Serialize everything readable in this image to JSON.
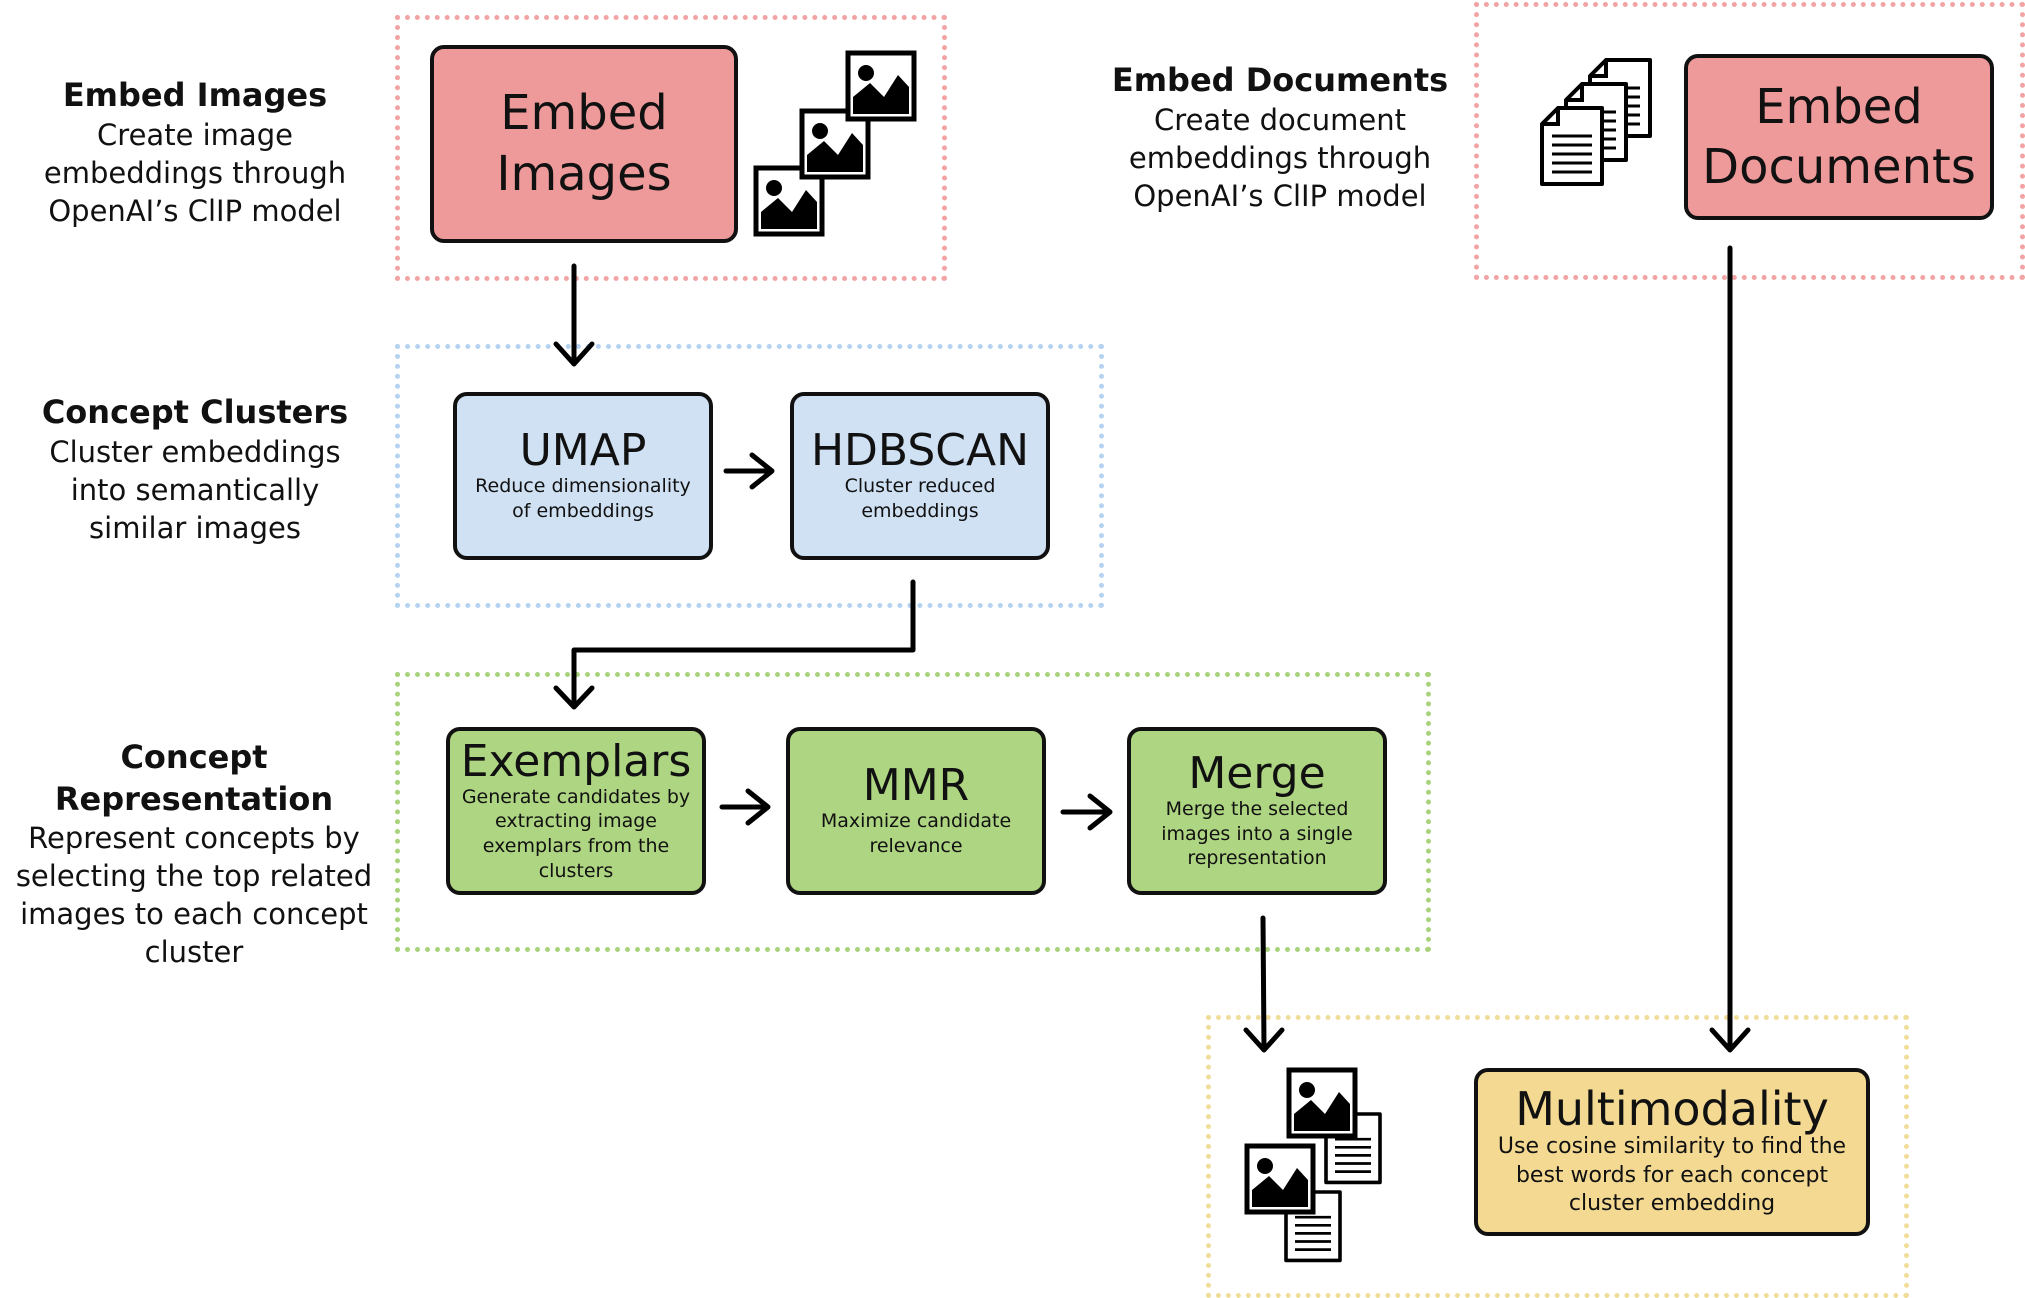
{
  "sections": {
    "embed_images": {
      "heading": "Embed Images",
      "description": [
        "Create image",
        "embeddings through",
        "OpenAI’s ClIP model"
      ]
    },
    "concept_clusters": {
      "heading": "Concept Clusters",
      "description": [
        "Cluster embeddings",
        "into semantically",
        "similar images"
      ]
    },
    "concept_representation": {
      "heading": "Concept Representation",
      "description": [
        "Represent concepts by",
        "selecting the top related",
        "images to each concept",
        "cluster"
      ]
    },
    "embed_documents": {
      "heading": "Embed Documents",
      "description": [
        "Create document",
        "embeddings through",
        "OpenAI’s ClIP model"
      ]
    }
  },
  "boxes": {
    "embed_images": {
      "title_lines": [
        "Embed",
        "Images"
      ]
    },
    "embed_documents": {
      "title_lines": [
        "Embed",
        "Documents"
      ]
    },
    "umap": {
      "title": "UMAP",
      "subtitle_lines": [
        "Reduce dimensionality",
        "of embeddings"
      ]
    },
    "hdbscan": {
      "title": "HDBSCAN",
      "subtitle_lines": [
        "Cluster reduced",
        "embeddings"
      ]
    },
    "exemplars": {
      "title": "Exemplars",
      "subtitle_lines": [
        "Generate candidates by",
        "extracting image",
        "exemplars from the",
        "clusters"
      ]
    },
    "mmr": {
      "title": "MMR",
      "subtitle_lines": [
        "Maximize candidate",
        "relevance"
      ]
    },
    "merge": {
      "title": "Merge",
      "subtitle_lines": [
        "Merge the selected",
        "images into a single",
        "representation"
      ]
    },
    "multimodality": {
      "title": "Multimodality",
      "subtitle_lines": [
        "Use cosine similarity to find the",
        "best words for each concept",
        "cluster embedding"
      ]
    }
  },
  "colors": {
    "embed": "#ee9a9b",
    "cluster": "#cfe1f3",
    "representation": "#aed581",
    "multimodality": "#f3d991",
    "zone_red": "#f2a4a4",
    "zone_blue": "#b5d3f0",
    "zone_green": "#a9d27c",
    "zone_yellow": "#f0dd9a"
  },
  "icons": [
    "image-stack-icon",
    "document-stack-icon",
    "image-document-pair-icon"
  ]
}
